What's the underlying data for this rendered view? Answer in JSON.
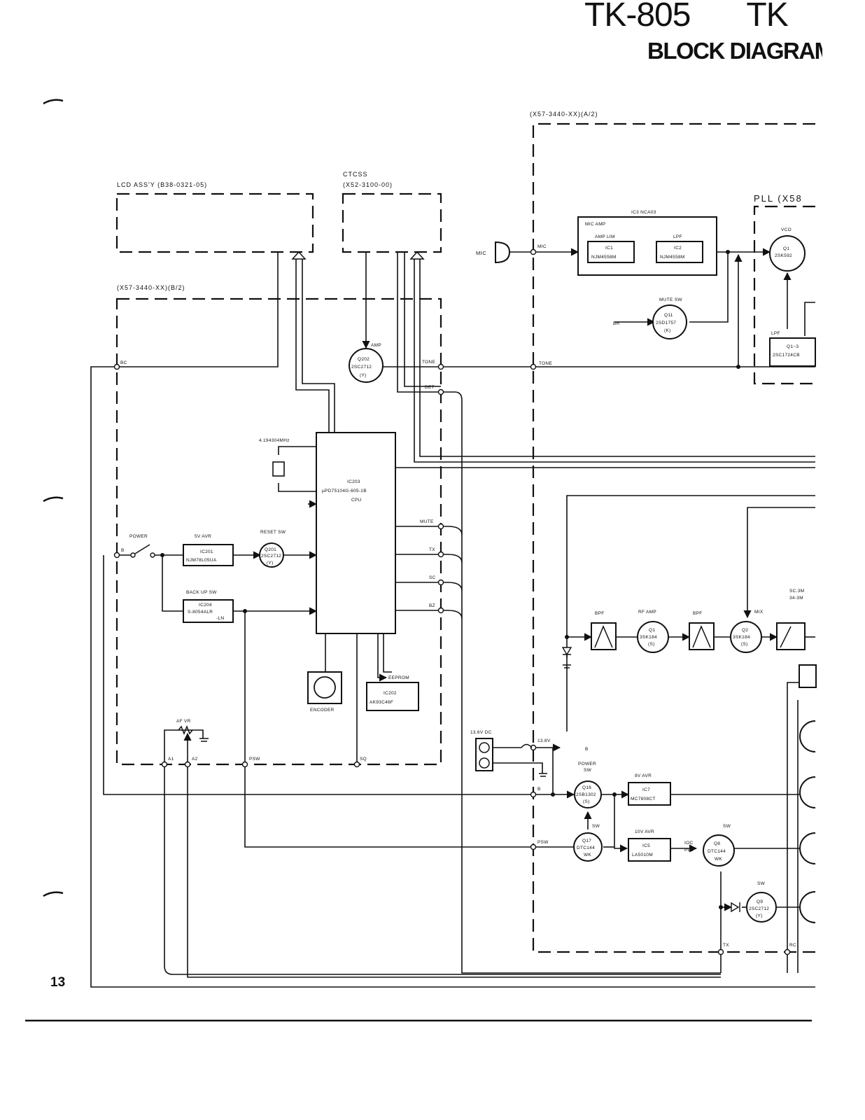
{
  "header": {
    "model_1": "TK-805",
    "model_2": "TK",
    "section_title": "BLOCK DIAGRAM",
    "page_number": "13"
  },
  "assemblies": {
    "lcd": "LCD ASS'Y (B38-0321-05)",
    "ctcss_1": "CTCSS",
    "ctcss_2": "(X52-3100-00)",
    "unit_b": "(X57-3440-XX)(B/2)",
    "unit_a": "(X57-3440-XX)(A/2)",
    "pll": "PLL  (X58"
  },
  "blocks": {
    "ic3_header": "IC3  NCA03",
    "mic_amp": "MIC AMP",
    "amp_lim": "AMP LIM",
    "lpf": "LPF",
    "ic1": "IC1",
    "ic1_part": "NJM4558M",
    "ic2": "IC2",
    "ic2_part": "NJM4558M",
    "mute_sw": "MUTE  SW",
    "q11": "Q11",
    "q11_part": "2SD1757",
    "q11_rank": "(K)",
    "q202_label": "AMP",
    "q202": "Q202",
    "q202_part": "2SC2712",
    "q202_rank": "(Y)",
    "crystal": "4.194304MHz",
    "cpu_ref": "IC203",
    "cpu_part": "μPD75104G-605-1B",
    "cpu_label": "CPU",
    "power_label": "POWER",
    "avr5_label": "5V  AVR",
    "ic201": "IC201",
    "ic201_part": "NJM78L05UA",
    "reset_label": "RESET  SW",
    "q201": "Q201",
    "q201_part": "2SC2712",
    "q201_rank": "(Y)",
    "backup_label": "BACK UP SW",
    "ic204": "IC204",
    "ic204_part": "S-8054ALR",
    "ic204_part2": "-LN",
    "encoder": "ENCODER",
    "eeprom_label": "EEPROM",
    "ic202": "IC202",
    "ic202_part": "AK93C46F",
    "afvr": "AF VR",
    "dc_label": "13.6V  DC",
    "powersw_1": "POWER",
    "powersw_2": "SW",
    "q16": "Q16",
    "q16_part": "2SB1302",
    "q16_rank": "(S)",
    "avr8_label": "8V  AVR",
    "ic7": "IC7",
    "ic7_part": "MC7808CT",
    "q17_sw": "SW",
    "q17": "Q17",
    "q17_part": "DTC144",
    "q17_rank": "WK",
    "avr10_label": "10V  AVR",
    "ic5": "IC5",
    "ic5_part": "LA5010M",
    "q8_sw": "SW",
    "q8": "Q8",
    "q8_part": "DTC144",
    "q8_rank": "WK",
    "q9_sw": "SW",
    "q9": "Q9",
    "q9_part": "2SC2712",
    "q9_rank": "(Y)",
    "bpf1": "BPF",
    "rfamp": "RF AMP",
    "q1": "Q1",
    "q1_part": "3SK184",
    "q1_rank": "(S)",
    "bpf2": "BPF",
    "mix": "MIX",
    "q2": "Q2",
    "q2_part": "3SK184",
    "q2_rank": "(S)",
    "vco": "VCO",
    "vco_q": "Q1",
    "vco_part": "2SK592",
    "lpf_pll": "LPF",
    "pll_q": "Q1~3",
    "pll_part": "2SC1724CB"
  },
  "signals": {
    "mic": "MIC",
    "mic_pin": "MIC",
    "br": "BR",
    "bc": "BC",
    "tone": "TONE",
    "tone_a": "TONE",
    "det": "DET",
    "mute": "MUTE",
    "tx": "TX",
    "sc": "SC",
    "bz": "BZ",
    "b": "B",
    "a1": "A1",
    "a2": "A2",
    "psw": "PSW",
    "sq": "SQ",
    "v138": "13.8V",
    "b_out": "B",
    "b_a": "B",
    "psw_a": "PSW",
    "ioc": "IOC",
    "pll_sig": "PLL",
    "tx_a": "TX",
    "rc": "RC",
    "sc3m": "SC.3M",
    "sc34": "34-3M"
  }
}
